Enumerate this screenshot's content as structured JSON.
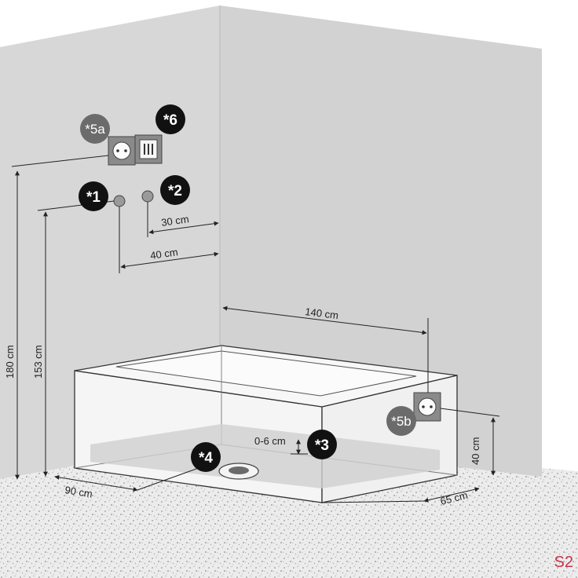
{
  "badges": {
    "b1": "*1",
    "b2": "*2",
    "b3": "*3",
    "b4": "*4",
    "b5a": "*5a",
    "b5b": "*5b",
    "b6": "*6"
  },
  "dimensions": {
    "d30": "30 cm",
    "d40_top": "40 cm",
    "d140": "140 cm",
    "d180": "180 cm",
    "d153": "153 cm",
    "d06": "0-6 cm",
    "d40_side": "40 cm",
    "d90": "90 cm",
    "d65": "65 cm"
  },
  "corner_code": "S2",
  "colors": {
    "wall_left": "#d7d7d7",
    "wall_right": "#d2d2d2",
    "floor": "#e9e9e9",
    "badge_dark": "#111111",
    "badge_grey": "#6b6b6b",
    "corner_code": "#c8334a"
  }
}
